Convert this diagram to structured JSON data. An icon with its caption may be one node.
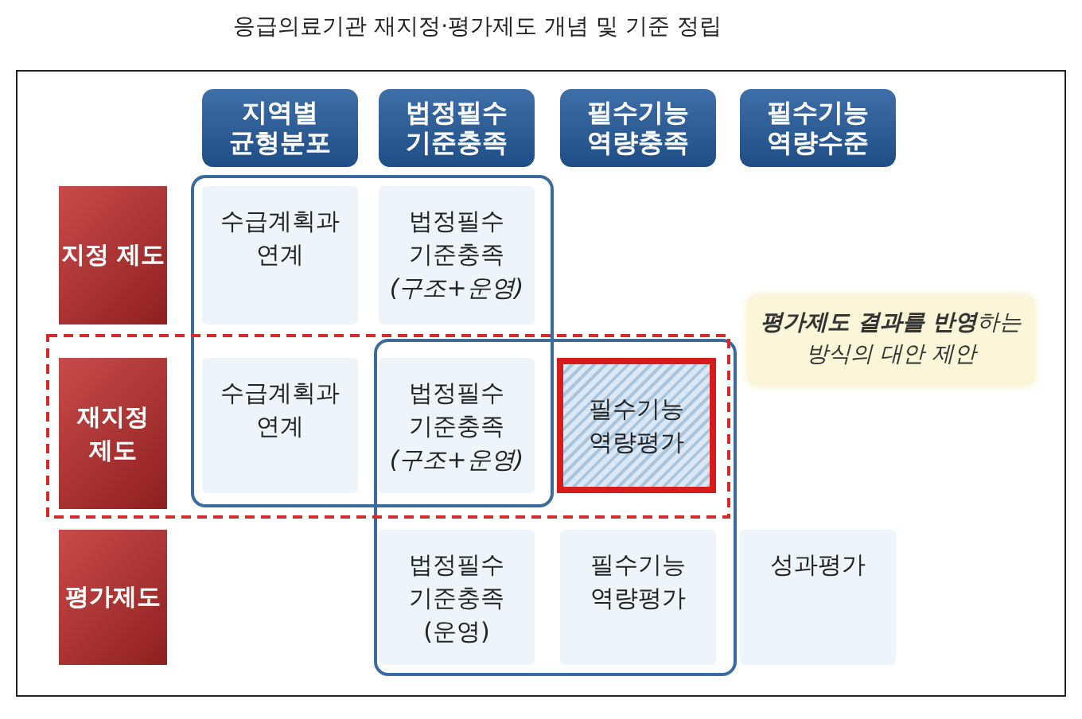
{
  "diagram": {
    "title": "응급의료기관 재지정·평가제도 개념 및 기준 정립",
    "nodes": [
      {
        "text": [
          "지역별 균형분포"
        ]
      },
      {
        "text": [
          "법정필수 기준충족"
        ]
      },
      {
        "text": [
          "필수기능 역량충족"
        ]
      },
      {
        "text": [
          "필수기능 역량수준"
        ]
      },
      {
        "text": [
          "지정 제도"
        ]
      },
      {
        "text": [
          "수급계획과 연계"
        ]
      },
      {
        "text": [
          "법정필수 기준충족 *(구조+운영)*"
        ]
      },
      {
        "text": [
          "**평가제도 결과를 반영**하는 방식의 대안 제안"
        ]
      },
      {
        "text": [
          "재지정 제도"
        ]
      },
      {
        "text": [
          "수급계획과 연계"
        ]
      },
      {
        "text": [
          "법정필수 기준충족 *(구조+운영)*"
        ]
      },
      {
        "text": [
          "필수기능 역량평가"
        ]
      },
      {
        "text": [
          "평가제도"
        ]
      },
      {
        "text": [
          "법정필수 기준충족 (운영)"
        ]
      },
      {
        "text": [
          "필수기능 역량평가"
        ]
      },
      {
        "text": [
          "성과평가"
        ]
      }
    ]
  }
}
